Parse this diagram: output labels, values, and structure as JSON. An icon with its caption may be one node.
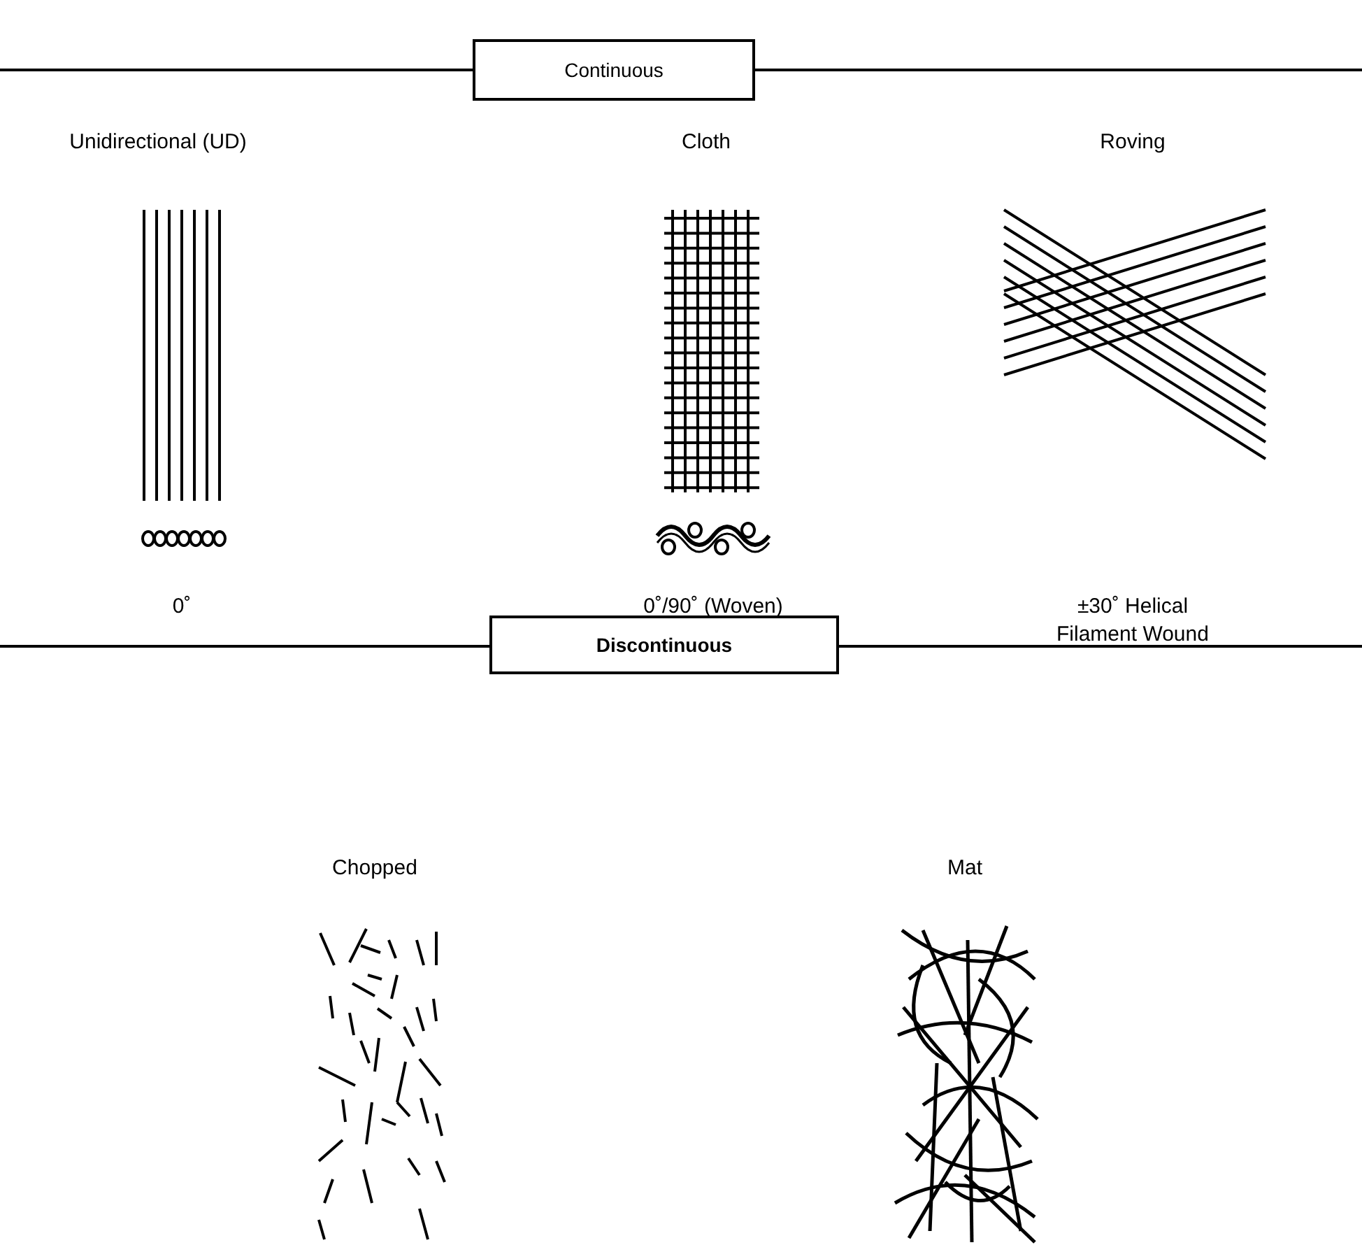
{
  "diagram": {
    "nodes": [
      {
        "text": [
          "Continuous"
        ]
      },
      {
        "text": [
          "Discontinuous"
        ]
      }
    ],
    "labels": [
      "Unidirectional (UD)",
      "Cloth",
      "Roving",
      "0˚",
      "0˚/90˚ (Woven)",
      "±30˚ Helical Filament Wound",
      "Chopped",
      "Mat"
    ]
  }
}
